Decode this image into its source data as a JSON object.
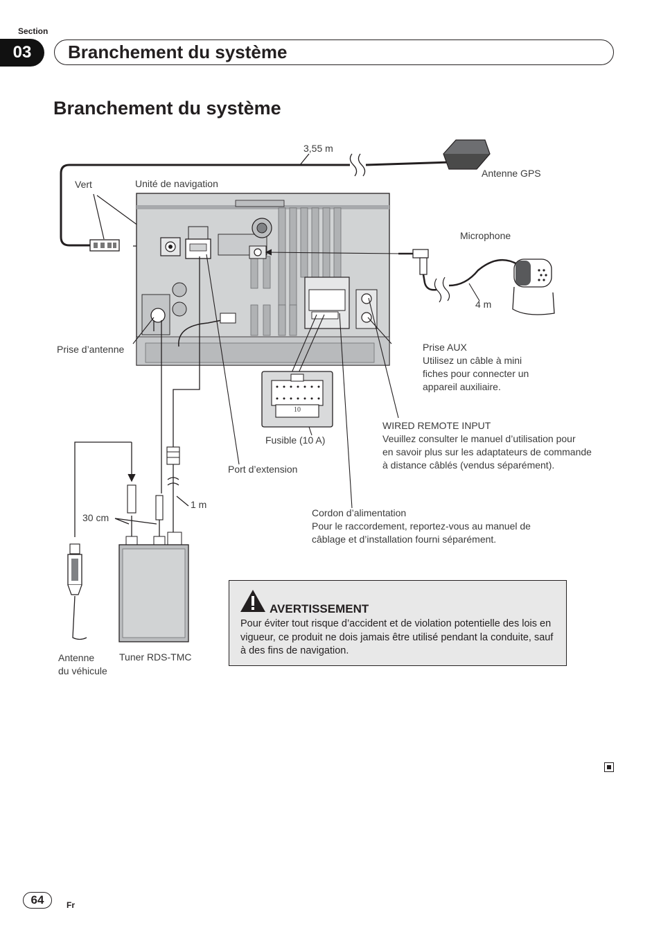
{
  "header": {
    "section_word": "Section",
    "section_number": "03",
    "section_title": "Branchement du système"
  },
  "page_title": "Branchement du système",
  "diagram": {
    "labels": {
      "gps_cable_length": "3,55 m",
      "gps_antenna": "Antenne GPS",
      "green": "Vert",
      "nav_unit": "Unité de navigation",
      "microphone": "Microphone",
      "mic_cable_length": "4 m",
      "antenna_jack": "Prise d’antenne",
      "fuse_number": "10",
      "fuse": "Fusible (10 A)",
      "expansion_port": "Port d’extension",
      "tuner_cable_length": "1 m",
      "cable_30cm": "30 cm",
      "vehicle_antenna_line1": "Antenne",
      "vehicle_antenna_line2": "du véhicule",
      "rds_tmc_tuner": "Tuner RDS-TMC"
    },
    "aux": {
      "title": "Prise AUX",
      "lines": [
        "Utilisez un câble à mini",
        "fiches pour connecter un",
        "appareil auxiliaire."
      ]
    },
    "wired_remote": {
      "title": "WIRED REMOTE INPUT",
      "lines": [
        "Veuillez consulter le manuel d’utilisation pour",
        "en savoir plus sur les adaptateurs de commande",
        "à distance câblés (vendus séparément)."
      ]
    },
    "power_cord": {
      "title": "Cordon d’alimentation",
      "lines": [
        "Pour le raccordement, reportez-vous au manuel de",
        "câblage et d’installation fourni séparément."
      ]
    }
  },
  "warning": {
    "icon": "warning-triangle-icon",
    "title": "AVERTISSEMENT",
    "text": "Pour éviter tout risque d’accident et de violation potentielle des lois en vigueur, ce produit ne dois jamais être utilisé pendant la conduite, sauf à des fins de navigation."
  },
  "footer": {
    "end_mark_icon": "end-of-section-icon",
    "page_number": "64",
    "language": "Fr"
  }
}
